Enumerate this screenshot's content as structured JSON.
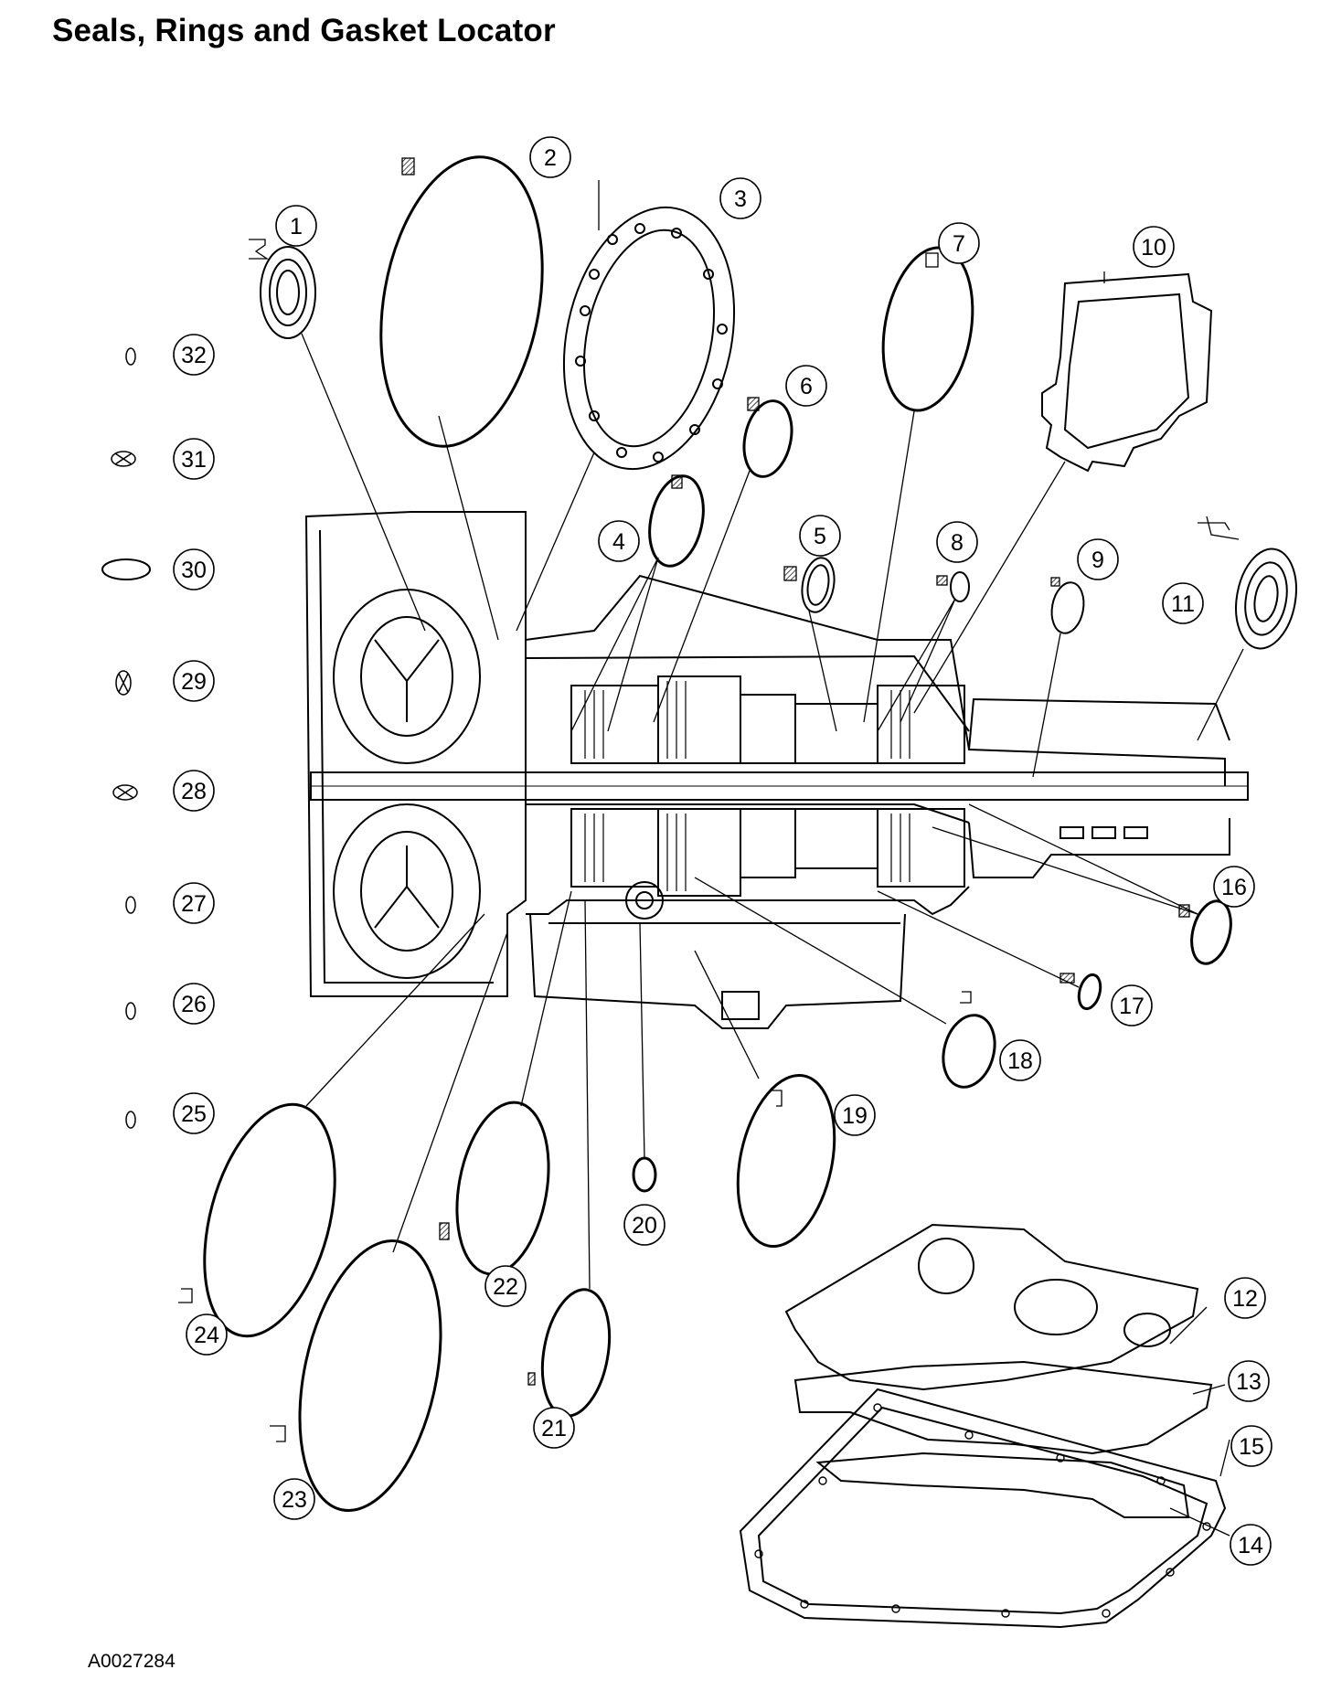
{
  "title": "Seals, Rings and Gasket Locator",
  "figure_id": "A0027284",
  "callouts": [
    "1",
    "2",
    "3",
    "4",
    "5",
    "6",
    "7",
    "8",
    "9",
    "10",
    "11",
    "12",
    "13",
    "14",
    "15",
    "16",
    "17",
    "18",
    "19",
    "20",
    "21",
    "22",
    "23",
    "24",
    "25",
    "26",
    "27",
    "28",
    "29",
    "30",
    "31",
    "32"
  ]
}
